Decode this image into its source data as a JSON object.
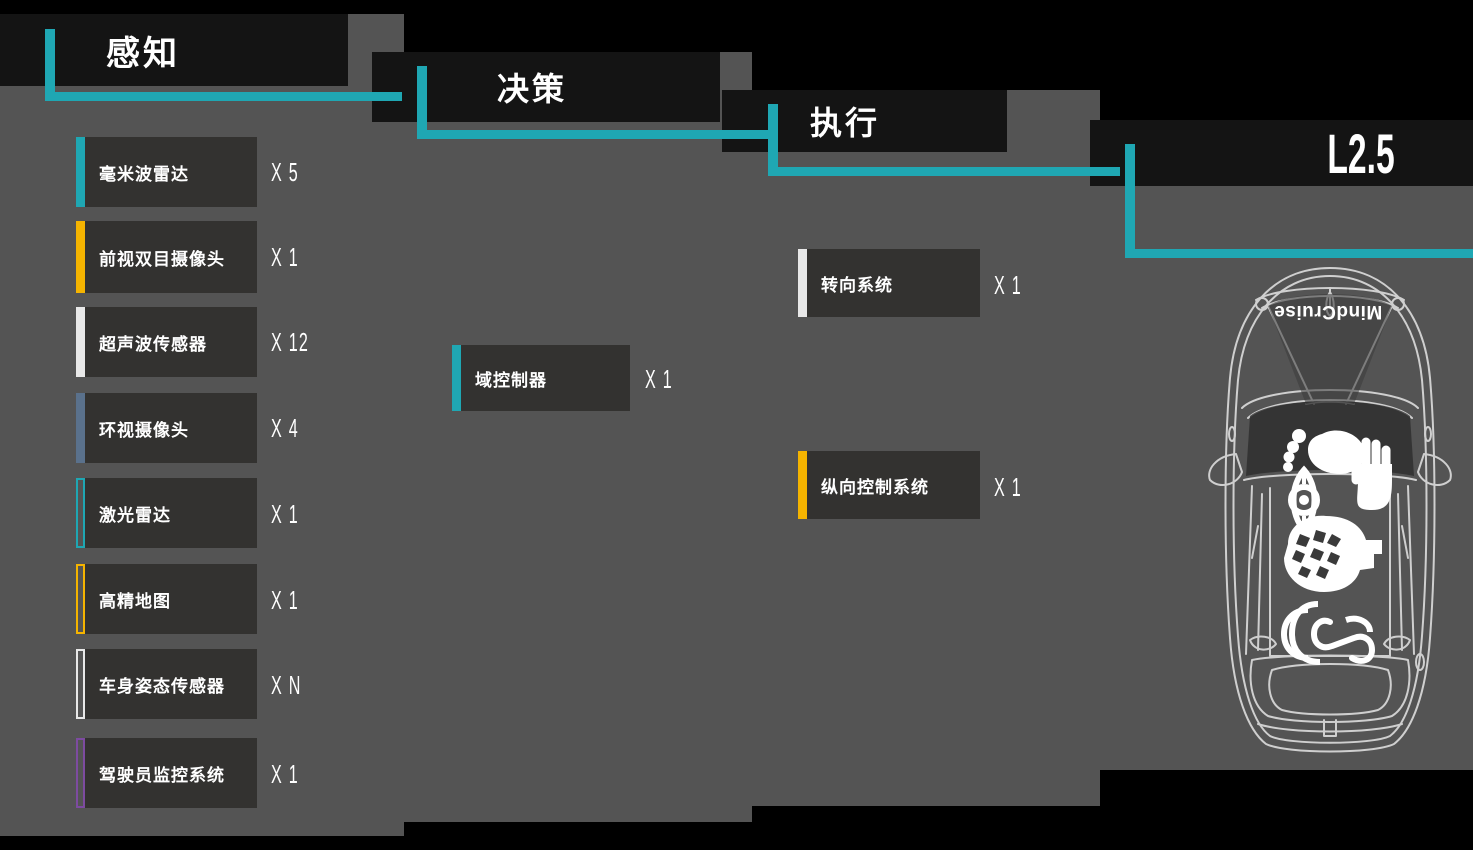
{
  "colors": {
    "background": "#000000",
    "panel": "#545454",
    "header_box": "#141414",
    "item_box": "#333230",
    "accent_teal": "#1fa7b3",
    "amber": "#f5b400",
    "white": "#e8e8e8",
    "slate_blue": "#5a718c",
    "purple": "#7d4ba0"
  },
  "headers": [
    {
      "id": "perception",
      "label": "感知"
    },
    {
      "id": "decision",
      "label": "决策"
    },
    {
      "id": "execution",
      "label": "执行"
    },
    {
      "id": "level",
      "label": "L2.5"
    }
  ],
  "perception": {
    "items": [
      {
        "label": "毫米波雷达",
        "qty": "X 5",
        "bar_color": "#1fa7b3",
        "bar_style": "solid"
      },
      {
        "label": "前视双目摄像头",
        "qty": "X 1",
        "bar_color": "#f5b400",
        "bar_style": "solid"
      },
      {
        "label": "超声波传感器",
        "qty": "X 12",
        "bar_color": "#e8e8e8",
        "bar_style": "solid"
      },
      {
        "label": "环视摄像头",
        "qty": "X 4",
        "bar_color": "#5a718c",
        "bar_style": "solid"
      },
      {
        "label": "激光雷达",
        "qty": "X 1",
        "bar_color": "#1fa7b3",
        "bar_style": "hollow"
      },
      {
        "label": "高精地图",
        "qty": "X 1",
        "bar_color": "#f5b400",
        "bar_style": "hollow"
      },
      {
        "label": "车身姿态传感器",
        "qty": "X N",
        "bar_color": "#e8e8e8",
        "bar_style": "hollow"
      },
      {
        "label": "驾驶员监控系统",
        "qty": "X 1",
        "bar_color": "#7d4ba0",
        "bar_style": "hollow"
      }
    ]
  },
  "decision": {
    "items": [
      {
        "label": "域控制器",
        "qty": "X 1",
        "bar_color": "#1fa7b3",
        "bar_style": "solid"
      }
    ]
  },
  "execution": {
    "items": [
      {
        "label": "转向系统",
        "qty": "X 1",
        "bar_color": "#e8e8e8",
        "bar_style": "solid"
      },
      {
        "label": "纵向控制系统",
        "qty": "X 1",
        "bar_color": "#f5b400",
        "bar_style": "solid"
      }
    ]
  },
  "vehicle": {
    "brand_text": "MindCruise",
    "icons": [
      "foot-icon",
      "hand-icon",
      "eye-icon",
      "brain-head-icon",
      "link-icon"
    ]
  }
}
